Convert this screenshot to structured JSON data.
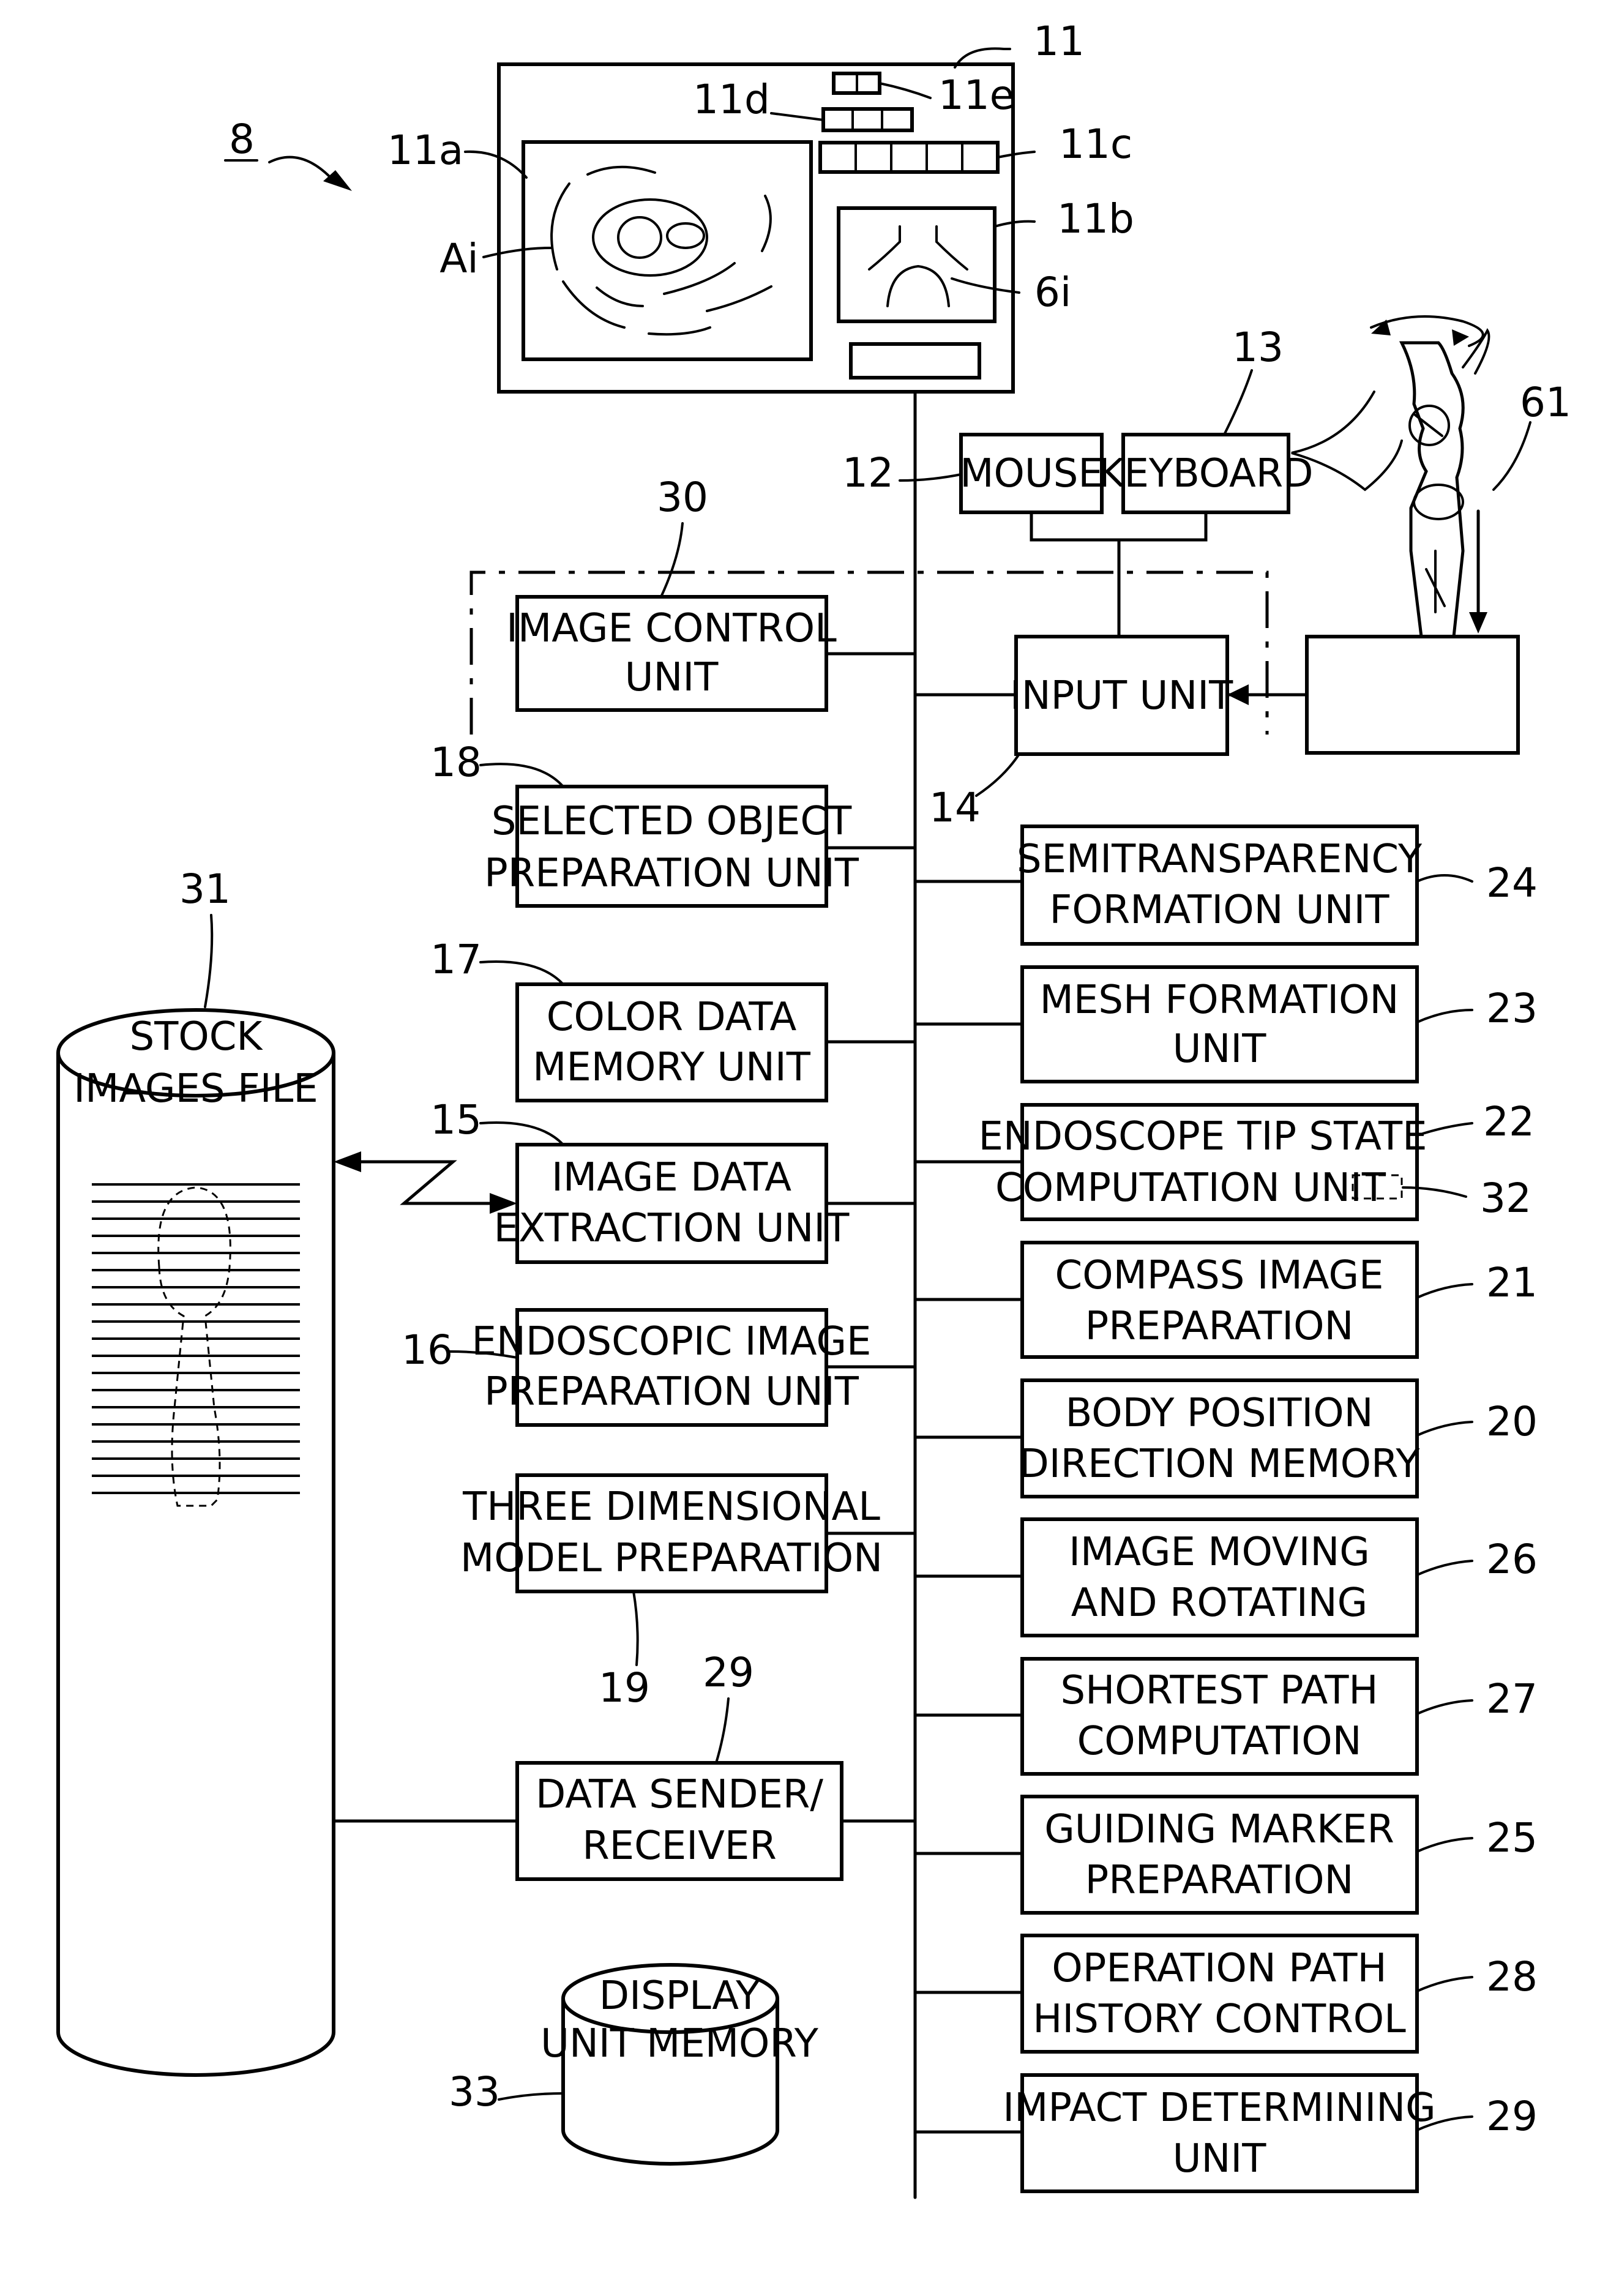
{
  "figure_ref": "8",
  "display": {
    "ref": "11",
    "main_view_ref": "11a",
    "main_image_ref": "Ai",
    "sub_view_ref": "11b",
    "sub_image_ref": "6i",
    "button_row_ref": "11c",
    "small_buttons_ref": "11d",
    "tiny_button_ref": "11e"
  },
  "input_devices": {
    "mouse": {
      "label": "MOUSE",
      "ref": "12"
    },
    "keyboard": {
      "label": "KEYBOARD",
      "ref": "13"
    },
    "input_unit": {
      "label": "INPUT UNIT",
      "ref": "14"
    },
    "endoscope_ref": "61"
  },
  "left_units": [
    {
      "id": "image-control-unit",
      "ref": "30",
      "lines": [
        "IMAGE CONTROL",
        "UNIT"
      ]
    },
    {
      "id": "selected-object-preparation-unit",
      "ref": "18",
      "lines": [
        "SELECTED OBJECT",
        "PREPARATION UNIT"
      ]
    },
    {
      "id": "color-data-memory-unit",
      "ref": "17",
      "lines": [
        "COLOR DATA",
        "MEMORY UNIT"
      ]
    },
    {
      "id": "image-data-extraction-unit",
      "ref": "15",
      "lines": [
        "IMAGE DATA",
        "EXTRACTION UNIT"
      ]
    },
    {
      "id": "endoscopic-image-preparation-unit",
      "ref": "16",
      "lines": [
        "ENDOSCOPIC IMAGE",
        "PREPARATION UNIT"
      ]
    },
    {
      "id": "three-dimensional-model-preparation",
      "ref": "19",
      "lines": [
        "THREE DIMENSIONAL",
        "MODEL PREPARATION"
      ]
    },
    {
      "id": "data-sender-receiver",
      "ref": "29",
      "lines": [
        "DATA SENDER/",
        "RECEIVER"
      ]
    }
  ],
  "right_units": [
    {
      "id": "semitransparency-formation-unit",
      "ref": "24",
      "lines": [
        "SEMITRANSPARENCY",
        "FORMATION UNIT"
      ]
    },
    {
      "id": "mesh-formation-unit",
      "ref": "23",
      "lines": [
        "MESH FORMATION",
        "UNIT"
      ]
    },
    {
      "id": "endoscope-tip-state-computation-unit",
      "ref": "22",
      "lines": [
        "ENDOSCOPE TIP STATE",
        "COMPUTATION UNIT"
      ]
    },
    {
      "id": "compass-image-preparation",
      "ref": "21",
      "lines": [
        "COMPASS IMAGE",
        "PREPARATION"
      ]
    },
    {
      "id": "body-position-direction-memory",
      "ref": "20",
      "lines": [
        "BODY POSITION",
        "DIRECTION MEMORY"
      ]
    },
    {
      "id": "image-moving-and-rotating",
      "ref": "26",
      "lines": [
        "IMAGE MOVING",
        "AND ROTATING"
      ]
    },
    {
      "id": "shortest-path-computation",
      "ref": "27",
      "lines": [
        "SHORTEST PATH",
        "COMPUTATION"
      ]
    },
    {
      "id": "guiding-marker-preparation",
      "ref": "25",
      "lines": [
        "GUIDING MARKER",
        "PREPARATION"
      ]
    },
    {
      "id": "operation-path-history-control",
      "ref": "28",
      "lines": [
        "OPERATION PATH",
        "HISTORY CONTROL"
      ]
    },
    {
      "id": "impact-determining-unit",
      "ref": "29",
      "lines": [
        "IMPACT DETERMINING",
        "UNIT"
      ]
    }
  ],
  "tip_sub_ref": "32",
  "stock_images": {
    "lines": [
      "STOCK",
      "IMAGES FILE"
    ],
    "ref": "31"
  },
  "display_memory": {
    "lines": [
      "DISPLAY",
      "UNIT MEMORY"
    ],
    "ref": "33"
  }
}
